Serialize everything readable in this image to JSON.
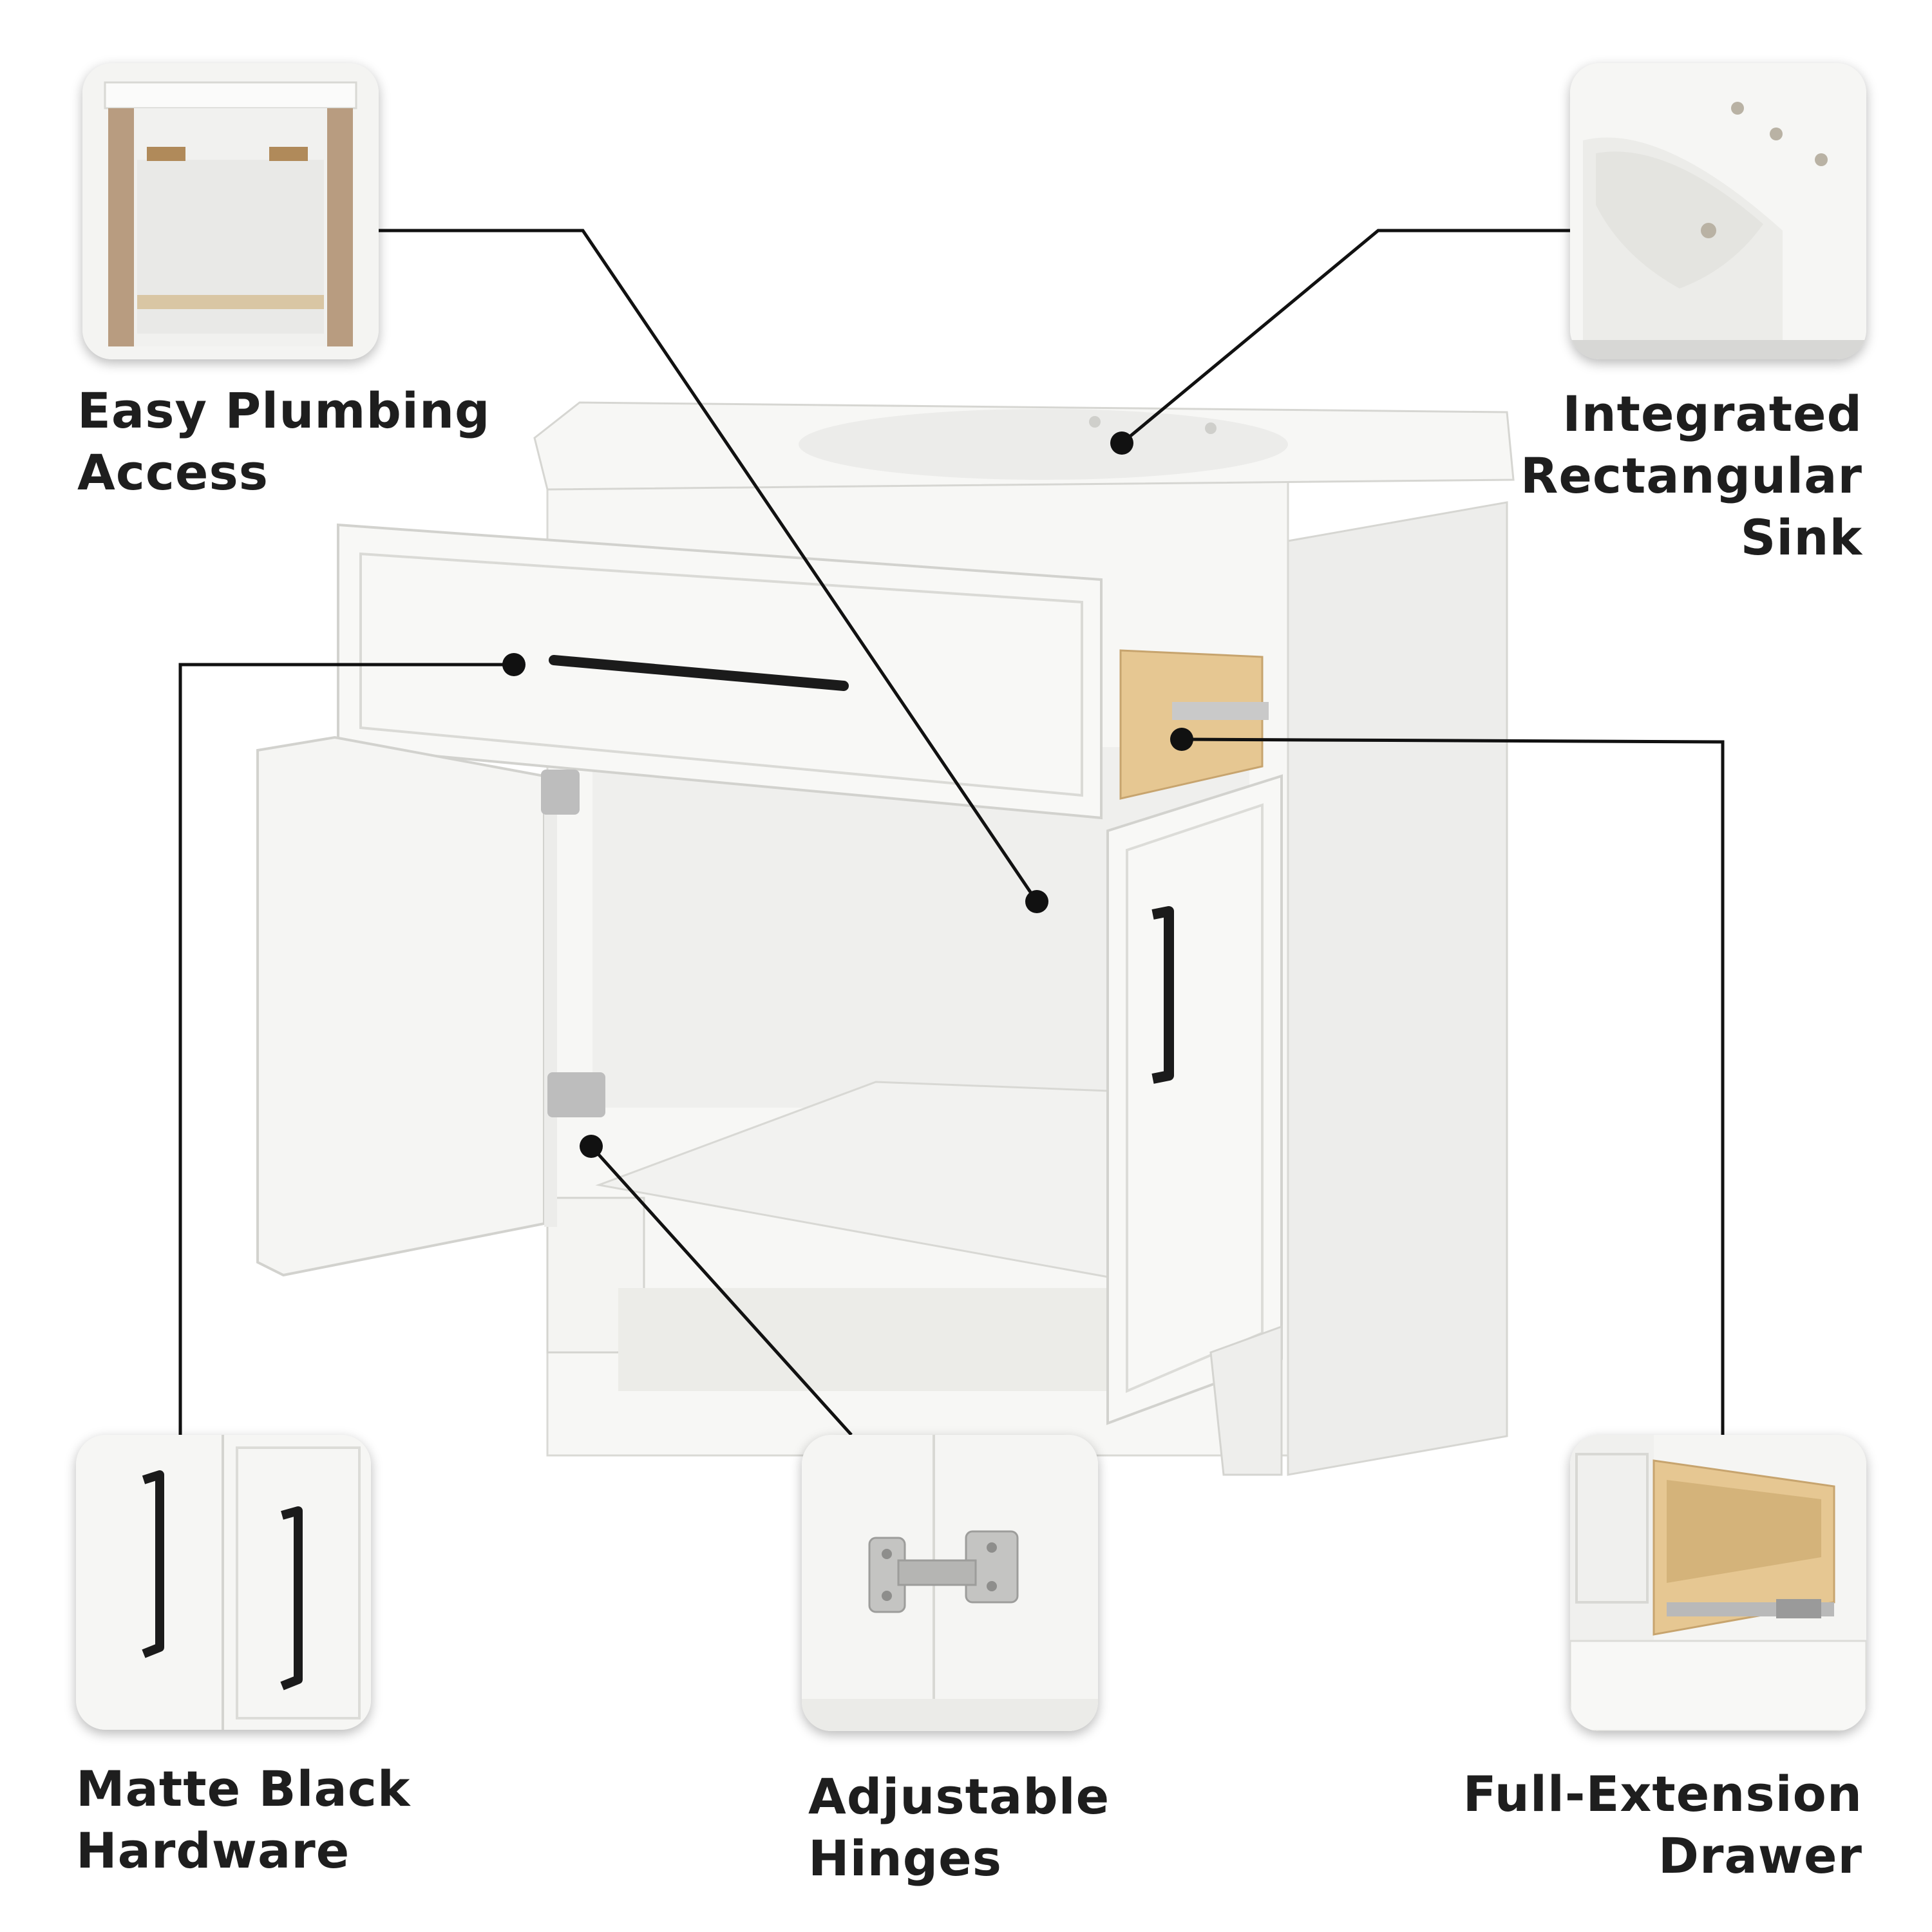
{
  "features": {
    "plumbing": {
      "lines": [
        "Easy Plumbing",
        "Access"
      ],
      "icon": "plumbing-access-icon"
    },
    "sink": {
      "lines": [
        "Integrated",
        "Rectangular",
        "Sink"
      ],
      "icon": "sink-icon"
    },
    "hardware": {
      "lines": [
        "Matte Black",
        "Hardware"
      ],
      "icon": "handle-icon"
    },
    "hinges": {
      "lines": [
        "Adjustable",
        "Hinges"
      ],
      "icon": "hinge-icon"
    },
    "drawer": {
      "lines": [
        "Full-Extension",
        "Drawer"
      ],
      "icon": "drawer-slide-icon"
    }
  },
  "colors": {
    "cabinet": "#f4f4f2",
    "shadow": "#dcdcd8",
    "wood": "#e6c792",
    "mdf": "#b89c80",
    "hardware": "#1b1b1b",
    "callout": "#111111"
  }
}
